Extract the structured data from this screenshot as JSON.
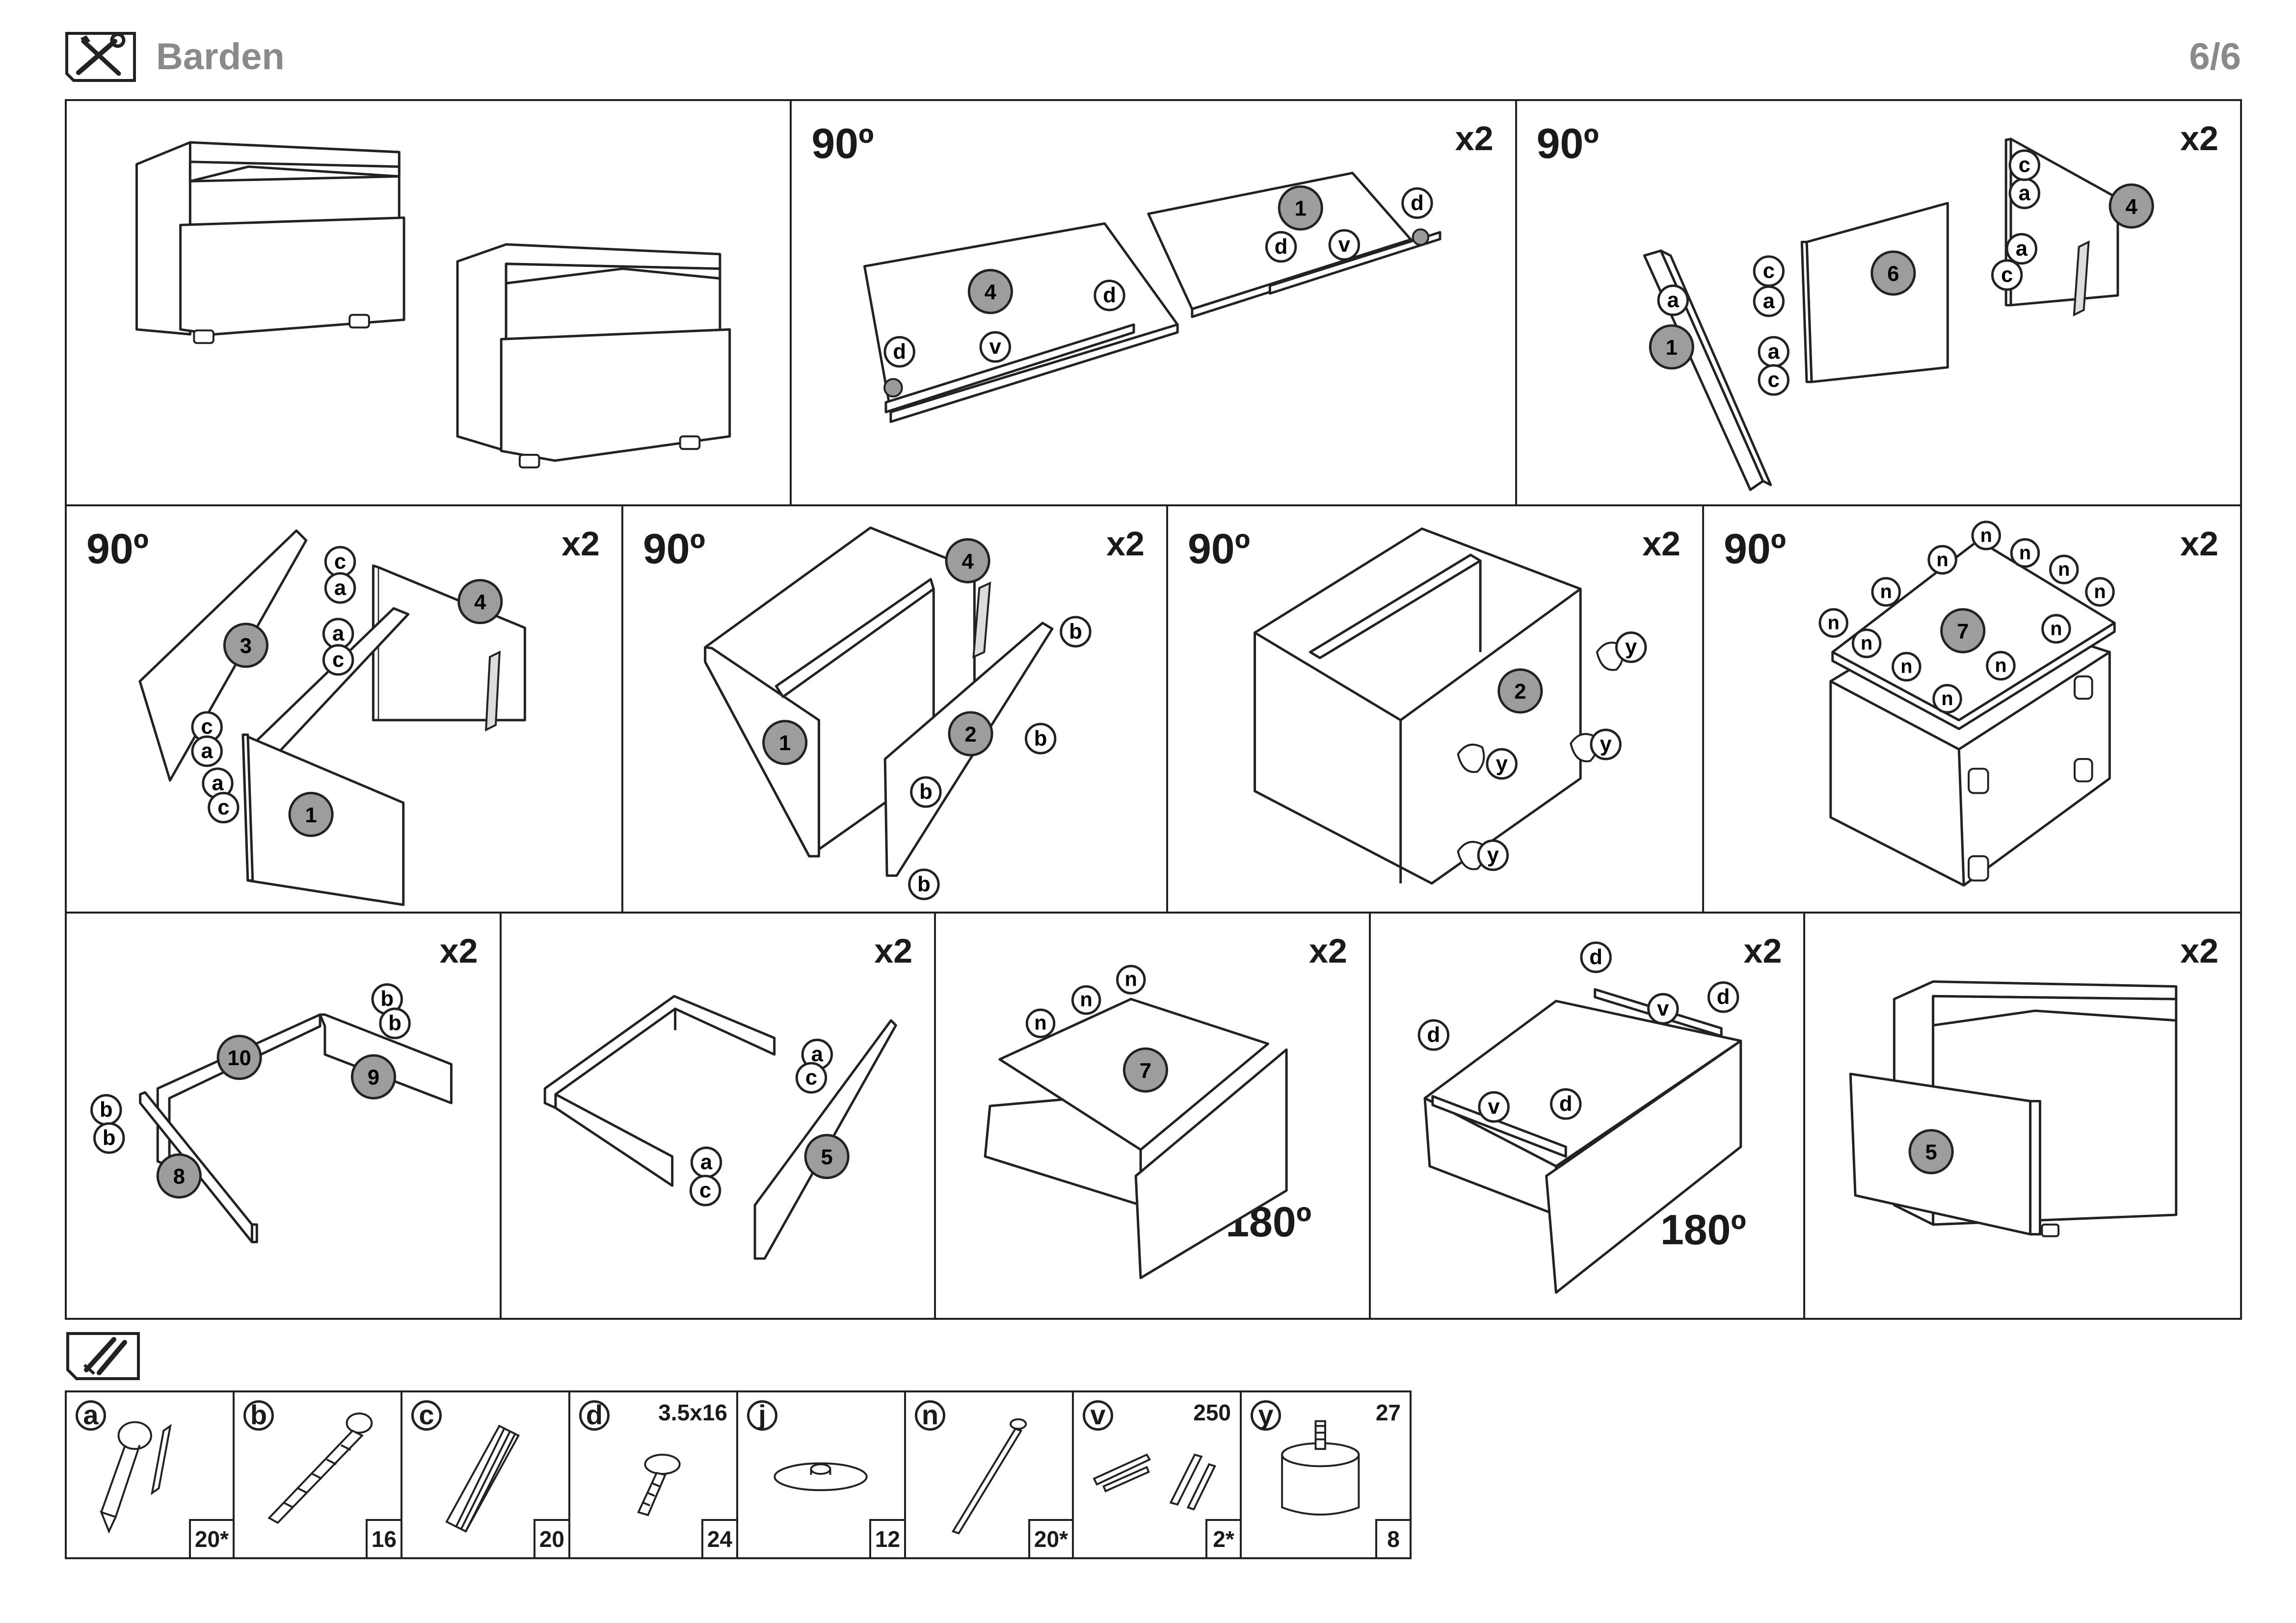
{
  "header": {
    "title": "Barden",
    "page": "6/6"
  },
  "rows": [
    [
      {
        "rotation": "",
        "qty": ""
      },
      {
        "rotation": "90º",
        "qty": "x2"
      },
      {
        "rotation": "90º",
        "qty": "x2"
      }
    ],
    [
      {
        "rotation": "90º",
        "qty": "x2"
      },
      {
        "rotation": "90º",
        "qty": "x2"
      },
      {
        "rotation": "90º",
        "qty": "x2"
      },
      {
        "rotation": "90º",
        "qty": "x2"
      }
    ],
    [
      {
        "rotation": "",
        "qty": "x2"
      },
      {
        "rotation": "",
        "qty": "x2"
      },
      {
        "rotation": "180º",
        "qty": "x2"
      },
      {
        "rotation": "180º",
        "qty": "x2"
      },
      {
        "rotation": "",
        "qty": "x2"
      }
    ]
  ],
  "callouts": {
    "p2": [
      "4",
      "d",
      "d",
      "v",
      "1",
      "d",
      "v",
      "d"
    ],
    "p3": [
      "c",
      "a",
      "1",
      "6",
      "c",
      "a",
      "a",
      "c",
      "a",
      "c",
      "a",
      "c",
      "4"
    ],
    "p4": [
      "c",
      "a",
      "a",
      "c",
      "4",
      "3",
      "c",
      "a",
      "a",
      "c",
      "1"
    ],
    "p5": [
      "4",
      "b",
      "1",
      "2",
      "b",
      "b",
      "b"
    ],
    "p6": [
      "y",
      "2",
      "y",
      "y",
      "y"
    ],
    "p7": [
      "n",
      "n",
      "n",
      "n",
      "n",
      "n",
      "n",
      "n",
      "n",
      "n",
      "n",
      "n",
      "n",
      "n",
      "7"
    ],
    "p8": [
      "b",
      "b",
      "10",
      "9",
      "b",
      "b",
      "8"
    ],
    "p9": [
      "a",
      "c",
      "a",
      "c",
      "5"
    ],
    "p10": [
      "n",
      "n",
      "n",
      "7"
    ],
    "p11": [
      "d",
      "v",
      "d",
      "d",
      "v",
      "d"
    ],
    "p12": [
      "5"
    ]
  },
  "parts": [
    {
      "letter": "a",
      "size": "",
      "count": "20*",
      "icon": "cam-lock-connector-icon"
    },
    {
      "letter": "b",
      "size": "",
      "count": "16",
      "icon": "confirmat-screw-icon"
    },
    {
      "letter": "c",
      "size": "",
      "count": "20",
      "icon": "wooden-dowel-icon"
    },
    {
      "letter": "d",
      "size": "3.5x16",
      "count": "24",
      "icon": "wood-screw-icon"
    },
    {
      "letter": "j",
      "size": "",
      "count": "12",
      "icon": "glide-pad-icon"
    },
    {
      "letter": "n",
      "size": "",
      "count": "20*",
      "icon": "nail-icon"
    },
    {
      "letter": "v",
      "size": "250",
      "count": "2*",
      "icon": "drawer-runner-icon"
    },
    {
      "letter": "y",
      "size": "27",
      "count": "8",
      "icon": "furniture-foot-icon"
    }
  ]
}
